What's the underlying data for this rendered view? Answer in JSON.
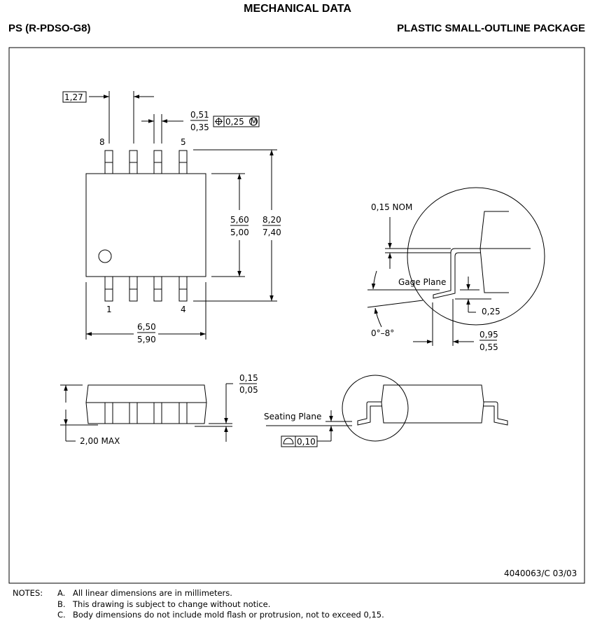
{
  "header": {
    "title": "MECHANICAL DATA",
    "package_code": "PS (R-PDSO-G8)",
    "package_name": "PLASTIC SMALL-OUTLINE PACKAGE"
  },
  "top_view": {
    "pin_pitch": "1,27",
    "lead_width_max": "0,51",
    "lead_width_min": "0,35",
    "position_tolerance": "0,25",
    "position_symbol": "position-icon",
    "mmc_symbol": "M",
    "pin_labels": {
      "pin8": "8",
      "pin5": "5",
      "pin1": "1",
      "pin4": "4"
    },
    "body_width_max": "5,60",
    "body_width_min": "5,00",
    "overall_width_max": "8,20",
    "overall_width_min": "7,40",
    "body_length_max": "6,50",
    "body_length_min": "5,90"
  },
  "detail_view": {
    "lead_thickness": "0,15 NOM",
    "gage_plane_label": "Gage Plane",
    "gage_height": "0,25",
    "foot_angle": "0°–8°",
    "foot_length_max": "0,95",
    "foot_length_min": "0,55"
  },
  "side_view": {
    "standoff_max": "0,15",
    "standoff_min": "0,05",
    "height_max": "2,00 MAX",
    "seating_plane_label": "Seating Plane",
    "coplanarity": "0,10",
    "coplanarity_symbol": "flatness-profile-icon"
  },
  "footer": {
    "drawing_number": "4040063/C 03/03"
  },
  "notes": {
    "label": "NOTES:",
    "items": [
      {
        "key": "A.",
        "text": "All linear dimensions are in millimeters."
      },
      {
        "key": "B.",
        "text": "This drawing is subject to change without notice."
      },
      {
        "key": "C.",
        "text": "Body dimensions do not include mold flash or protrusion, not to exceed 0,15."
      }
    ]
  }
}
